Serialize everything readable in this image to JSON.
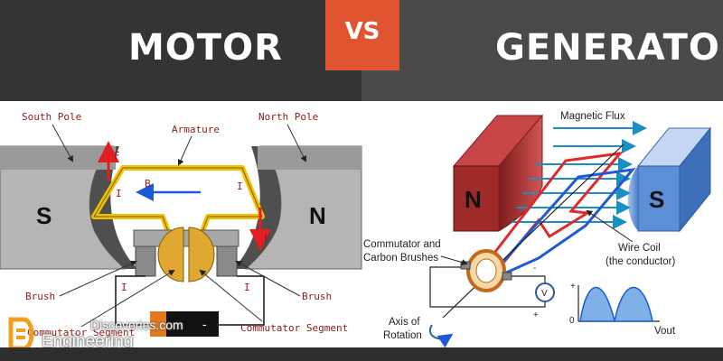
{
  "header": {
    "left_title": "MOTOR",
    "right_title": "GENERATOR",
    "vs_label": "VS"
  },
  "motor": {
    "labels": {
      "south_pole": "South Pole",
      "north_pole": "North Pole",
      "armature": "Armature",
      "brush_left": "Brush",
      "brush_right": "Brush",
      "commutator_left": "Commutator Segment",
      "commutator_right": "Commutator Segment"
    },
    "pole_s": "S",
    "pole_n": "N",
    "force": "F",
    "current": "I",
    "field": "B"
  },
  "generator": {
    "labels": {
      "magnetic_flux": "Magnetic Flux",
      "commutator_line1": "Commutator and",
      "commutator_line2": "Carbon Brushes",
      "wire_coil_line1": "Wire Coil",
      "wire_coil_line2": "(the conductor)",
      "axis_line1": "Axis of",
      "axis_line2": "Rotation",
      "vout": "Vout",
      "meter": "V",
      "plus": "+",
      "minus": "-",
      "zero": "0"
    },
    "pole_n": "N",
    "pole_s": "S"
  },
  "watermark": {
    "line1": "Discoveries.com",
    "line2": "Engineering"
  },
  "colors": {
    "header_left": "#343434",
    "header_right": "#4a4a4a",
    "vs_badge": "#e0552f",
    "label_red": "#8b1a1a",
    "armature_yellow": "#f2c200",
    "north_red": "#b52a2a",
    "south_blue": "#5b8fd6"
  }
}
